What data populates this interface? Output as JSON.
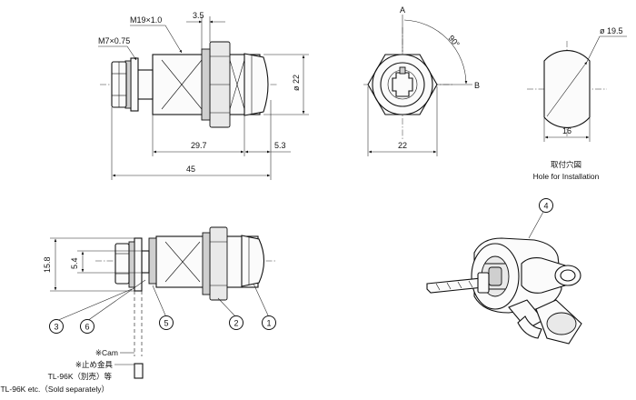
{
  "dimensions": {
    "thread_main": "M19×1.0",
    "thread_small": "M7×0.75",
    "gap": "3.5",
    "dia_22": "ø 22",
    "len_29_7": "29.7",
    "len_5_3": "5.3",
    "len_45": "45",
    "hex_22": "22",
    "angle": "90°",
    "point_a": "A",
    "point_b": "B",
    "dia_19_5": "ø 19.5",
    "width_16": "16",
    "h_15_8": "15.8",
    "h_5_4": "5.4"
  },
  "hole": {
    "title_jp": "取付穴図",
    "title_en": "Hole for Installation"
  },
  "callouts": [
    "1",
    "2",
    "3",
    "4",
    "5",
    "6"
  ],
  "notes": {
    "cam_jp": "※Cam",
    "stopper_jp": "※止め金具",
    "part_jp": "TL-96K（別売）等",
    "part_en": "TL-96K etc.（Sold separately）"
  }
}
